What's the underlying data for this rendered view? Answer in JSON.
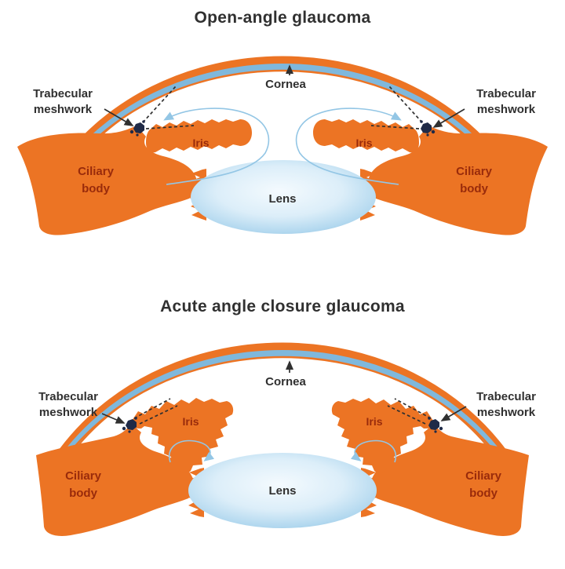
{
  "figure": {
    "background": "#ffffff",
    "type": "eye-anatomy-comparison"
  },
  "colors": {
    "orange": "#EC7424",
    "corneaBlue": "#7FB8DC",
    "flowBlue": "#93C6E5",
    "meshNavy": "#1F2A47",
    "ink": "#303030",
    "maroon": "#992B0B",
    "lensEdge": "#8FC2E2",
    "bg": "#ffffff"
  },
  "labels": {
    "cornea": "Cornea",
    "trabecular_line1": "Trabecular",
    "trabecular_line2": "meshwork",
    "iris": "Iris",
    "ciliary_line1": "Ciliary",
    "ciliary_line2": "body",
    "lens": "Lens"
  },
  "diagrams": [
    {
      "id": "open-angle",
      "title": "Open-angle glaucoma"
    },
    {
      "id": "acute-angle-closure",
      "title": "Acute angle closure glaucoma"
    }
  ]
}
